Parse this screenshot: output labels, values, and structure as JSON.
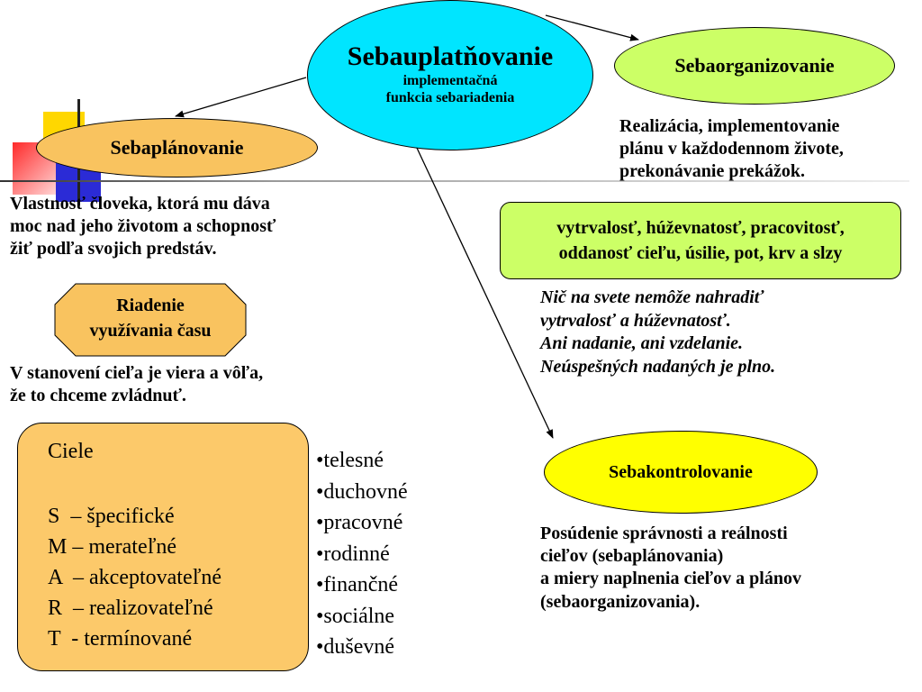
{
  "center": {
    "title": "Sebauplatňovanie",
    "subtitle_line1": "implementačná",
    "subtitle_line2": "funkcia sebariadenia"
  },
  "plan": {
    "label": "Sebaplánovanie",
    "desc_lines": [
      "Vlastnosť človeka, ktorá mu dáva",
      "moc nad jeho životom a schopnosť",
      "žiť podľa svojich predstáv."
    ]
  },
  "time_mgmt": {
    "line1": "Riadenie",
    "line2": "využívania času",
    "note_lines": [
      "V stanovení cieľa je viera a vôľa,",
      "že to chceme zvládnuť."
    ]
  },
  "goals": {
    "title": "Ciele",
    "smart": [
      "S  – špecifické",
      "M – merateľné",
      "A  – akceptovateľné",
      "R  – realizovateľné",
      "T  - termínované"
    ],
    "types": [
      "•telesné",
      "•duchovné",
      "•pracovné",
      "•rodinné",
      "•finančné",
      "•sociálne",
      "•duševné"
    ]
  },
  "organize": {
    "label": "Sebaorganizovanie",
    "desc_lines": [
      "Realizácia, implementovanie",
      "plánu v každodennom živote,",
      "prekonávanie prekážok."
    ],
    "qualities_lines": [
      "vytrvalosť, húževnatosť, pracovitosť,",
      "oddanosť cieľu, úsilie, pot, krv a slzy"
    ],
    "quote_lines": [
      "Nič na svete nemôže nahradiť",
      "vytrvalosť a húževnatosť.",
      "Ani nadanie, ani vzdelanie.",
      "Neúspešných nadaných je plno."
    ]
  },
  "control": {
    "label": "Sebakontrolovanie",
    "desc_lines": [
      "Posúdenie správnosti a reálnosti",
      "cieľov (sebaplánovania)",
      "a miery naplnenia cieľov a plánov",
      "(sebaorganizovania)."
    ]
  },
  "colors": {
    "center_fill": "#00e5ff",
    "plan_fill": "#f9c35f",
    "organize_fill": "#ccff66",
    "control_fill": "#ffff00",
    "qualities_fill": "#ccff66",
    "goals_fill": "#fcc96a",
    "time_fill": "#f9c35f"
  }
}
